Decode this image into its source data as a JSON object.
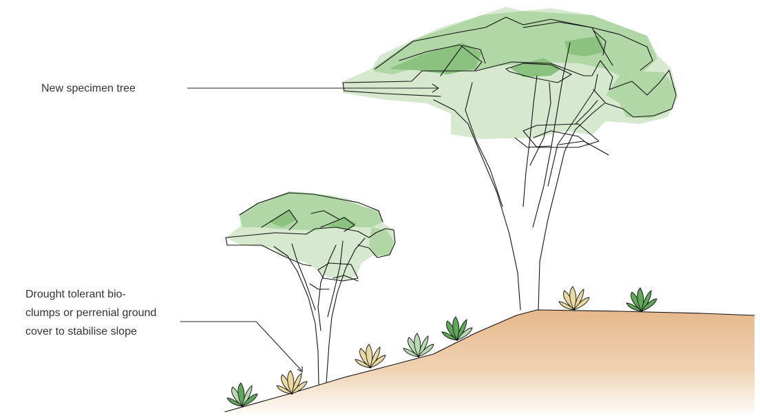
{
  "labels": {
    "specimen_tree": "New specimen tree",
    "groundcover": [
      "Drought tolerant bio-",
      "clumps or perrenial ground",
      "cover to stabilise slope"
    ]
  },
  "colors": {
    "foliage_light": "#d6e9cf",
    "foliage_mid": "#b2d7a7",
    "foliage_dark": "#8cc27f",
    "soil_top": "#e6b88b",
    "soil_fade": "#ffffff",
    "plant_green": "#5fa85a",
    "plant_pale": "#b8d9b3",
    "plant_yellow": "#ead9a0",
    "line": "#111111"
  }
}
